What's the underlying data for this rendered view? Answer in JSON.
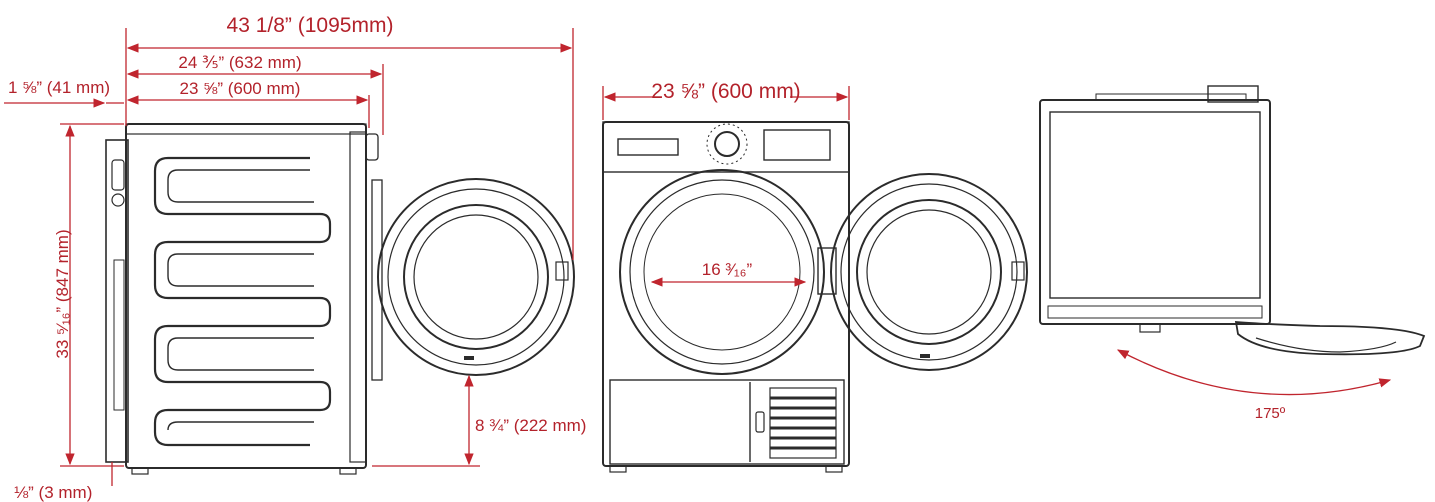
{
  "colors": {
    "dimension": "#c0252e",
    "linework": "#2b2b2b",
    "background": "#ffffff"
  },
  "side_view": {
    "overall_depth_door_open": "43 1/8” (1095mm)",
    "depth_with_door": "24 ⅗” (632 mm)",
    "cabinet_depth": "23 ⅝” (600 mm)",
    "back_offset": "1 ⅝” (41 mm)",
    "height": "33 ⁵⁄₁₆” (847 mm)",
    "door_ground_clearance": "8 ¾” (222 mm)",
    "foot_clearance": "⅛” (3 mm)"
  },
  "front_view": {
    "width": "23 ⅝” (600 mm)",
    "door_opening": "16 ³⁄₁₆”"
  },
  "top_view": {
    "door_swing": "175º"
  }
}
